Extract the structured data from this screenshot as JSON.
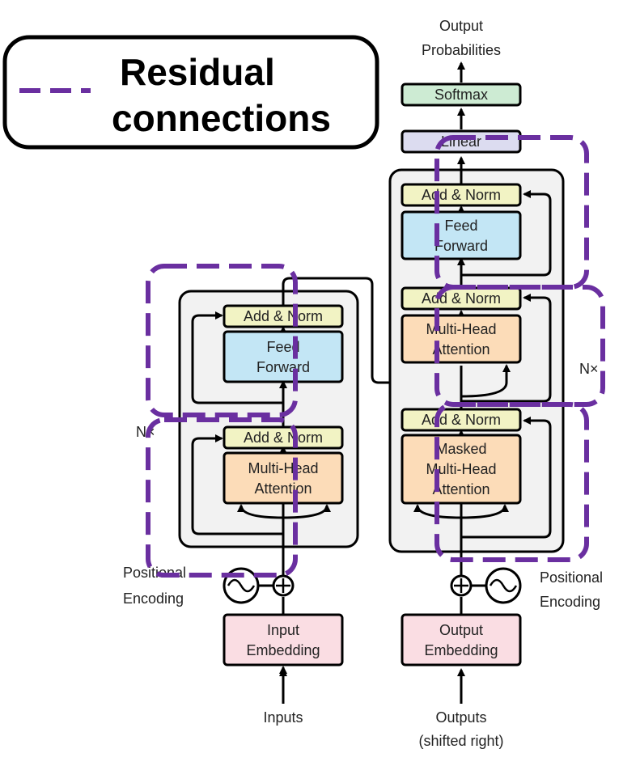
{
  "legend": {
    "line1": "Residual",
    "line2": "connections"
  },
  "encoder": {
    "add_norm_ff": "Add & Norm",
    "ff_line1": "Feed",
    "ff_line2": "Forward",
    "add_norm_mha": "Add & Norm",
    "mha_line1": "Multi-Head",
    "mha_line2": "Attention",
    "nx": "N×",
    "pos_enc_line1": "Positional",
    "pos_enc_line2": "Encoding",
    "embed_line1": "Input",
    "embed_line2": "Embedding",
    "input_label": "Inputs"
  },
  "decoder": {
    "output_line1": "Output",
    "output_line2": "Probabilities",
    "softmax": "Softmax",
    "linear": "Linear",
    "add_norm_ff": "Add & Norm",
    "ff_line1": "Feed",
    "ff_line2": "Forward",
    "add_norm_mha": "Add & Norm",
    "mha_line1": "Multi-Head",
    "mha_line2": "Attention",
    "nx": "N×",
    "add_norm_masked": "Add & Norm",
    "masked_line1": "Masked",
    "masked_line2": "Multi-Head",
    "masked_line3": "Attention",
    "pos_enc_line1": "Positional",
    "pos_enc_line2": "Encoding",
    "embed_line1": "Output",
    "embed_line2": "Embedding",
    "output_label_line1": "Outputs",
    "output_label_line2": "(shifted right)"
  },
  "colors": {
    "residual_dash": "#6a2fa0",
    "add_norm": "#f2f3c4",
    "feed_forward": "#c3e6f5",
    "attention": "#fcdcb8",
    "embedding": "#fadde3",
    "softmax": "#cdebd3",
    "linear": "#dcdcf0",
    "stack_bg": "#f2f2f2"
  }
}
